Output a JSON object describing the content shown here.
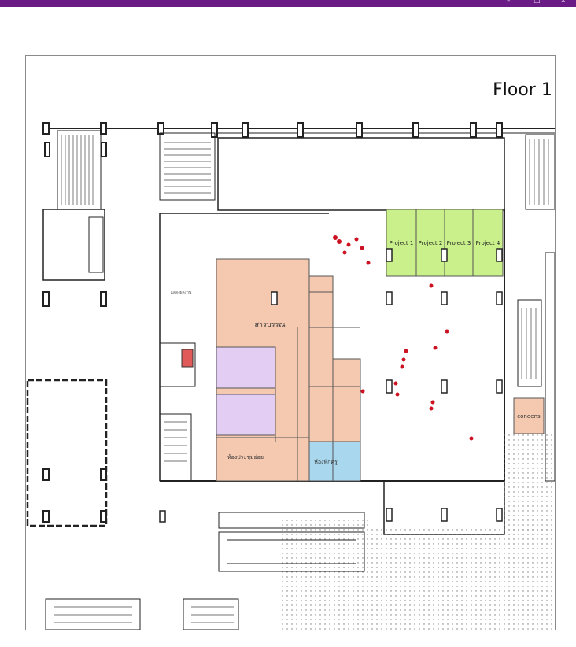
{
  "window": {
    "controls": {
      "minimize": "–",
      "maximize": "□",
      "close": "×"
    }
  },
  "plan": {
    "floor_title": "Floor 1",
    "rooms": {
      "project_1": "Project 1",
      "project_2": "Project 2",
      "project_3": "Project 3",
      "project_4": "Project 4",
      "library": "สารบรรณ",
      "meeting_room": "ห้องประชุมย่อย",
      "rest_room": "ห้องพักครู",
      "condenser": "condens",
      "exhibit": "แสดงผลงาน"
    },
    "colors": {
      "project_rooms": "#c9f08a",
      "office": "#f5c9b0",
      "toilets": "#e4cdf2",
      "rest_room": "#a9d8ee",
      "elevator": "#e05a5a",
      "markers": "#cc1122",
      "walls": "#222222"
    }
  }
}
